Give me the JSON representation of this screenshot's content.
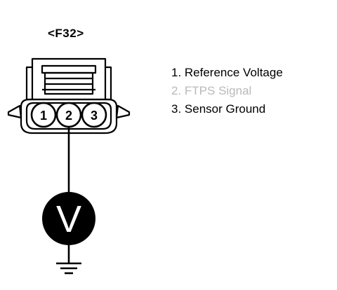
{
  "connector": {
    "label": "<F32>",
    "pins": [
      "1",
      "2",
      "3"
    ]
  },
  "meter": {
    "symbol": "V"
  },
  "legend": {
    "items": [
      {
        "text": "1. Reference Voltage",
        "faded": false
      },
      {
        "text": "2. FTPS Signal",
        "faded": true
      },
      {
        "text": "3. Sensor Ground",
        "faded": false
      }
    ]
  },
  "colors": {
    "ink": "#000000",
    "faded_text": "#b9b9b9"
  }
}
